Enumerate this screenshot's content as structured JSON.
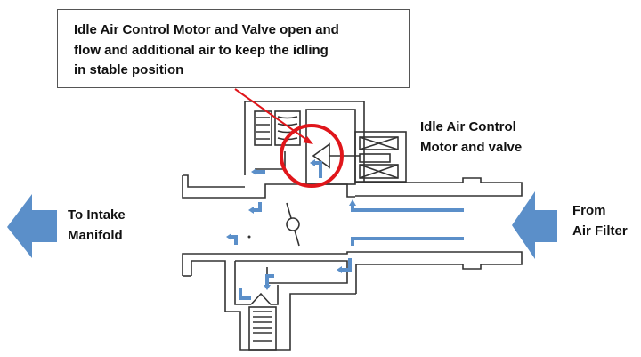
{
  "callout": {
    "lines": [
      "Idle Air Control Motor and Valve open and",
      "flow and additional air to keep the idling",
      "in stable position"
    ]
  },
  "labels": {
    "iac": [
      "Idle Air Control",
      "Motor and valve"
    ],
    "outlet": [
      "To Intake",
      "Manifold"
    ],
    "inlet": [
      "From",
      "Air Filter"
    ]
  },
  "colors": {
    "flow_arrow": "#5b8fc9",
    "highlight": "#e0161b",
    "outline": "#333333"
  }
}
